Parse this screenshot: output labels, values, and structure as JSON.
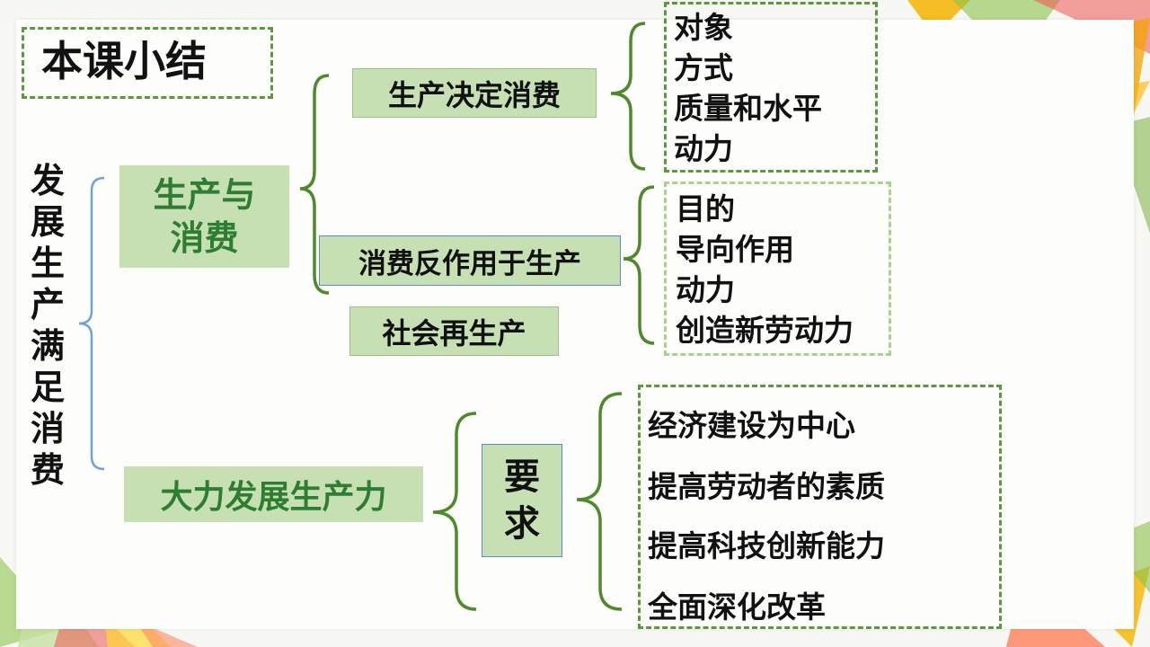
{
  "title": "本课小结",
  "root_chars": [
    "发",
    "展",
    "生",
    "产",
    "满",
    "足",
    "消",
    "费"
  ],
  "branch1": {
    "label_lines": [
      "生产与",
      "消费"
    ],
    "produce_decides": "生产决定消费",
    "decides_items": [
      "对象",
      "方式",
      "质量和水平",
      "动力"
    ],
    "consume_reacts": "消费反作用于生产",
    "reacts_items": [
      "目的",
      "导向作用",
      "动力",
      "创造新劳动力"
    ],
    "reproduction": "社会再生产"
  },
  "branch2": {
    "label": "大力发展生产力",
    "require_chars": [
      "要",
      "求"
    ],
    "require_items": [
      "经济建设为中心",
      "提高劳动者的素质",
      "提高科技创新能力",
      "全面深化改革"
    ]
  },
  "colors": {
    "box_fill": "#c6e0b4",
    "green_text": "#2e7d32",
    "brace_green": "#4e8a2c",
    "brace_blue": "#6fa3d8"
  }
}
